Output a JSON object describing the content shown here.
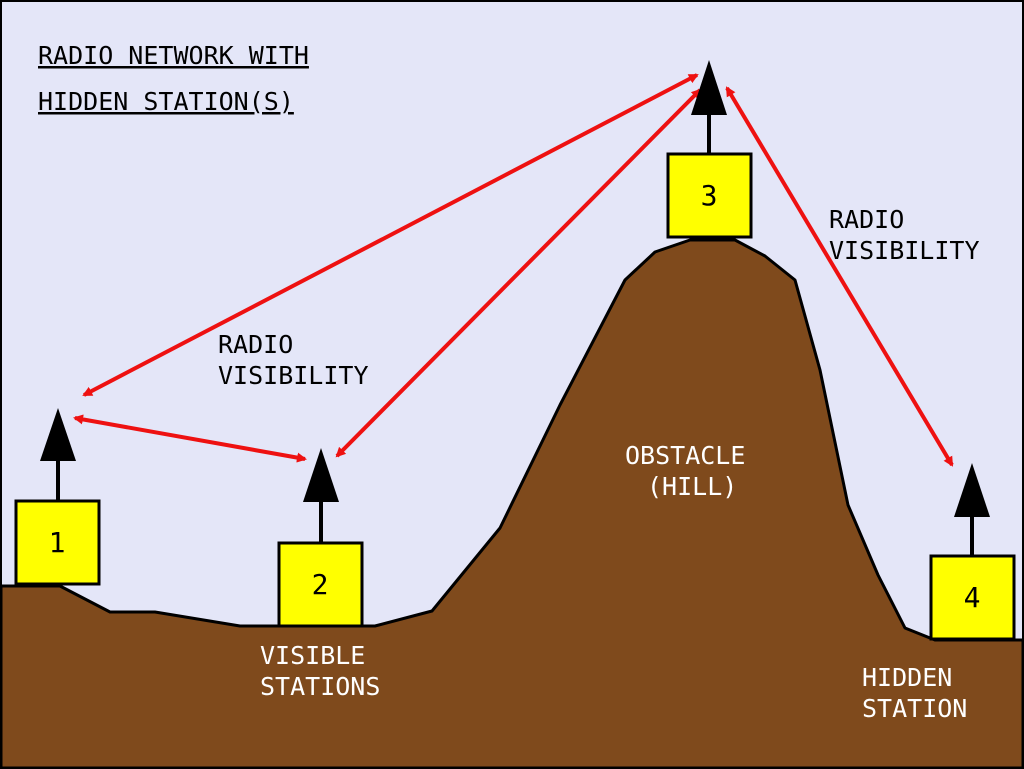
{
  "title": {
    "line1": "RADIO NETWORK WITH",
    "line2": "HIDDEN STATION(S)"
  },
  "labels": {
    "visibility_left": {
      "line1": "RADIO",
      "line2": "VISIBILITY"
    },
    "visibility_right": {
      "line1": "RADIO",
      "line2": "VISIBILITY"
    },
    "obstacle": {
      "line1": "OBSTACLE",
      "line2": "(HILL)"
    },
    "visible": {
      "line1": "VISIBLE",
      "line2": "STATIONS"
    },
    "hidden": {
      "line1": "HIDDEN",
      "line2": "STATION"
    }
  },
  "stations": [
    {
      "number": "1"
    },
    {
      "number": "2"
    },
    {
      "number": "3"
    },
    {
      "number": "4"
    }
  ],
  "colors": {
    "sky": "#E4E6F8",
    "ground": "#7F4A1C",
    "station_box": "#FFFF00",
    "arrow": "#EE1111",
    "antenna": "#000000"
  }
}
